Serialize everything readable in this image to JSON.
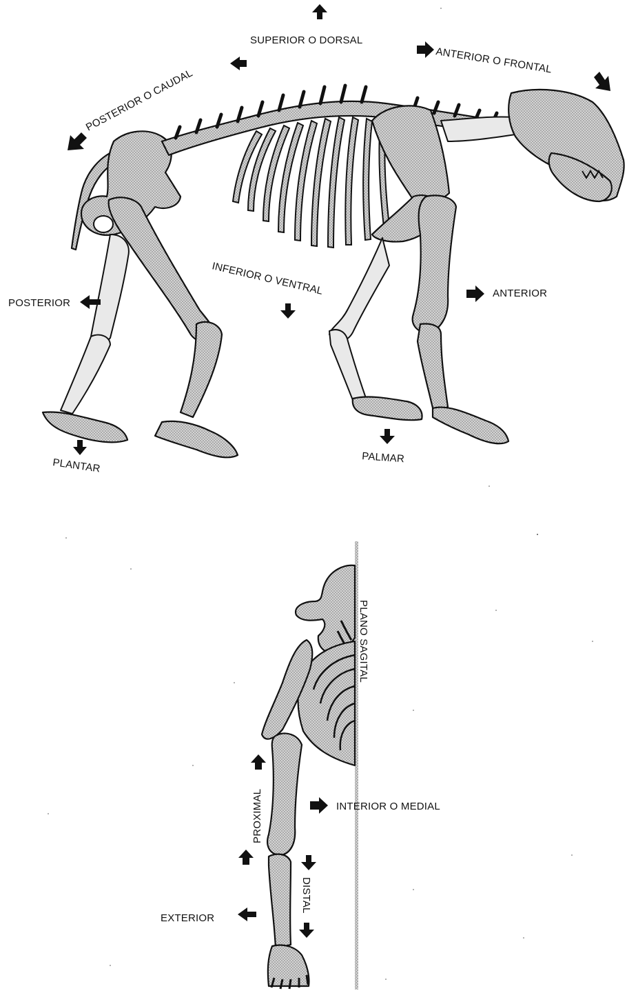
{
  "figure": {
    "top_view": {
      "labels": {
        "superior": "SUPERIOR O DORSAL",
        "anterior_frontal": "ANTERIOR O FRONTAL",
        "posterior_caudal": "POSTERIOR O CAUDAL",
        "inferior_ventral": "INFERIOR O VENTRAL",
        "posterior": "POSTERIOR",
        "anterior": "ANTERIOR",
        "plantar": "PLANTAR",
        "palmar": "PALMAR"
      }
    },
    "bottom_view": {
      "labels": {
        "sagittal_plane": "PLANO SAGITAL",
        "proximal": "PROXIMAL",
        "interior_medial": "INTERIOR O MEDIAL",
        "distal": "DISTAL",
        "exterior": "EXTERIOR"
      }
    }
  }
}
